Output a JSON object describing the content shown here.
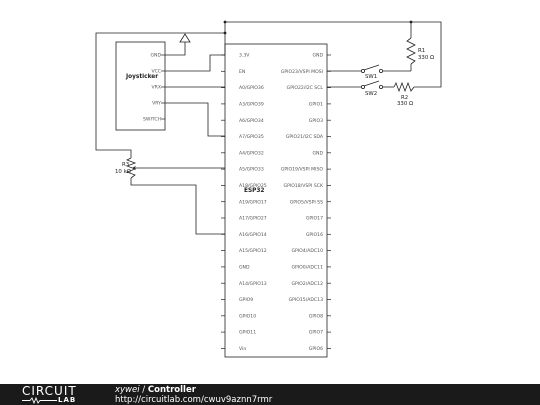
{
  "esp32": {
    "label": "ESP32",
    "left_pins": [
      "3.3V",
      "EN",
      "A0/GPIO36",
      "A3/GPIO39",
      "A6/GPIO34",
      "A7/GPIO35",
      "A4/GPIO32",
      "A5/GPIO33",
      "A18/GPIO25",
      "A19/GPIO17",
      "A17/GPIO27",
      "A16/GPIO14",
      "A15/GPIO12",
      "GND",
      "A14/GPIO13",
      "GPIO9",
      "GPIO10",
      "GPIO11",
      "Vin"
    ],
    "right_pins": [
      "GND",
      "GPIO23/VSPI MOSI",
      "GPIO22/I2C SCL",
      "GPIO1",
      "GPIO3",
      "GPIO21/I2C SDA",
      "GND",
      "GPIO19/VSPI MISO",
      "GPIO18/VSPI SCK",
      "GPIO5/VSPI SS",
      "GPIO17",
      "GPIO16",
      "GPIO4/ADC10",
      "GPIO0/ADC11",
      "GPIO2/ADC12",
      "GPIO15/ADC13",
      "GPIO8",
      "GPIO7",
      "GPIO6"
    ]
  },
  "joystick": {
    "label": "Joysticker",
    "pins": [
      "GND",
      "VCC",
      "VRX",
      "VRY",
      "SWITCH"
    ]
  },
  "components": {
    "r1_name": "R1",
    "r1_value": "330 Ω",
    "r2_name": "R2",
    "r2_value": "330 Ω",
    "r3_name": "R3",
    "r3_value": "10 kΩ",
    "sw1": "SW1",
    "sw2": "SW2"
  },
  "footer": {
    "logo_top": "CIRCUIT",
    "logo_bottom": "LAB",
    "author": "xywei",
    "separator": " / ",
    "title": "Controller",
    "url": "http://circuitlab.com/cwuv9aznn7rmr"
  },
  "colors": {
    "wire": "#222222",
    "footer_bg": "#1a1a1a",
    "pin_text": "#555555"
  }
}
